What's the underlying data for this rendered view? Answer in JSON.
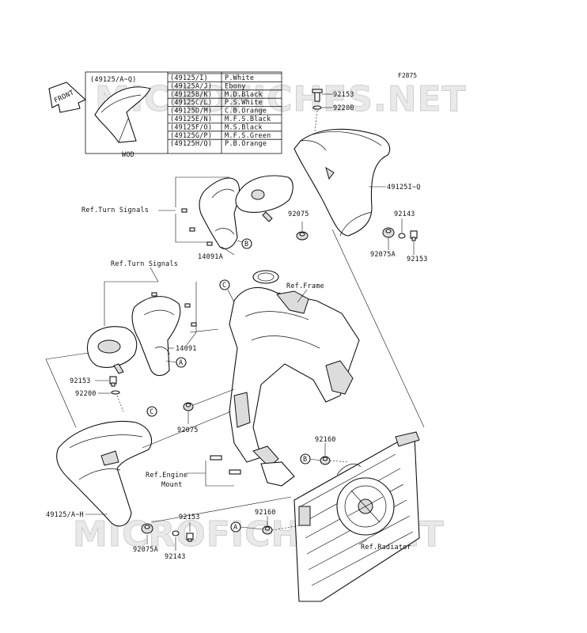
{
  "diagram_code": "F2875",
  "watermark": "MICROFICHES.NET",
  "front_arrow": "FRONT",
  "inset": {
    "title": "(49125/A~Q)",
    "caption": "WOD",
    "color_table": [
      {
        "code": "(49125/I)",
        "color": "P.White"
      },
      {
        "code": "(49125A/J)",
        "color": "Ebony"
      },
      {
        "code": "(49125B/K)",
        "color": "M.D.Black"
      },
      {
        "code": "(49125C/L)",
        "color": "P.S.White"
      },
      {
        "code": "(49125D/M)",
        "color": "C.B.Orange"
      },
      {
        "code": "(49125E/N)",
        "color": "M.F.S.Black"
      },
      {
        "code": "(49125F/O)",
        "color": "M.S.Black"
      },
      {
        "code": "(49125G/P)",
        "color": "M.F.S.Green"
      },
      {
        "code": "(49125H/Q)",
        "color": "P.B.Orange"
      }
    ]
  },
  "labels": {
    "p92153_top": "92153",
    "p92200_top": "92200",
    "p49125_iq": "49125I~Q",
    "p92075_top": "92075",
    "p92143_top": "92143",
    "p92075a_top": "92075A",
    "p92153_right": "92153",
    "ref_turn_signals_top": "Ref.Turn Signals",
    "p14091a": "14091A",
    "ref_turn_signals_left": "Ref.Turn Signals",
    "ref_frame": "Ref.Frame",
    "p14091": "14091",
    "p92153_left": "92153",
    "p92200_left": "92200",
    "p92075_mid": "92075",
    "p92160_top": "92160",
    "ref_engine_mount_1": "Ref.Engine",
    "ref_engine_mount_2": "Mount",
    "p92160_bottom": "92160",
    "p49125_ah": "49125/A~H",
    "p92153_bottom": "92153",
    "p92075a_bottom": "92075A",
    "p92143_bottom": "92143",
    "ref_radiator": "Ref.Radiator"
  },
  "callouts": {
    "a": "A",
    "b": "B",
    "c": "C"
  }
}
